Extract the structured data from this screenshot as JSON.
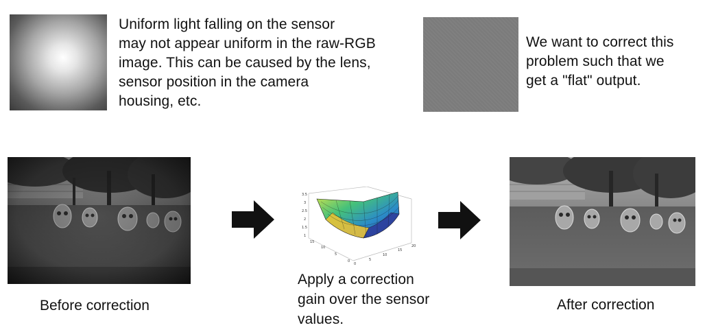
{
  "top_left": {
    "text": "Uniform light falling on the sensor\nmay not appear uniform in the raw-RGB\nimage.  This can be caused by the lens,\nsensor position in the camera\nhousing, etc."
  },
  "top_right": {
    "text": "We want to correct this\nproblem such that we\nget a \"flat\" output."
  },
  "captions": {
    "before": "Before correction",
    "apply": "Apply a correction\ngain over the sensor\nvalues.",
    "after": "After correction"
  },
  "surface_plot": {
    "z_ticks": [
      "3.5",
      "3",
      "2.5",
      "2",
      "1.5",
      "1"
    ],
    "y_ticks": [
      "15",
      "10",
      "5",
      "0"
    ],
    "x_ticks": [
      "0",
      "5",
      "10",
      "15",
      "20"
    ]
  },
  "colors": {
    "arrow": "#111111",
    "flat_gray": "#7d7d7d"
  }
}
